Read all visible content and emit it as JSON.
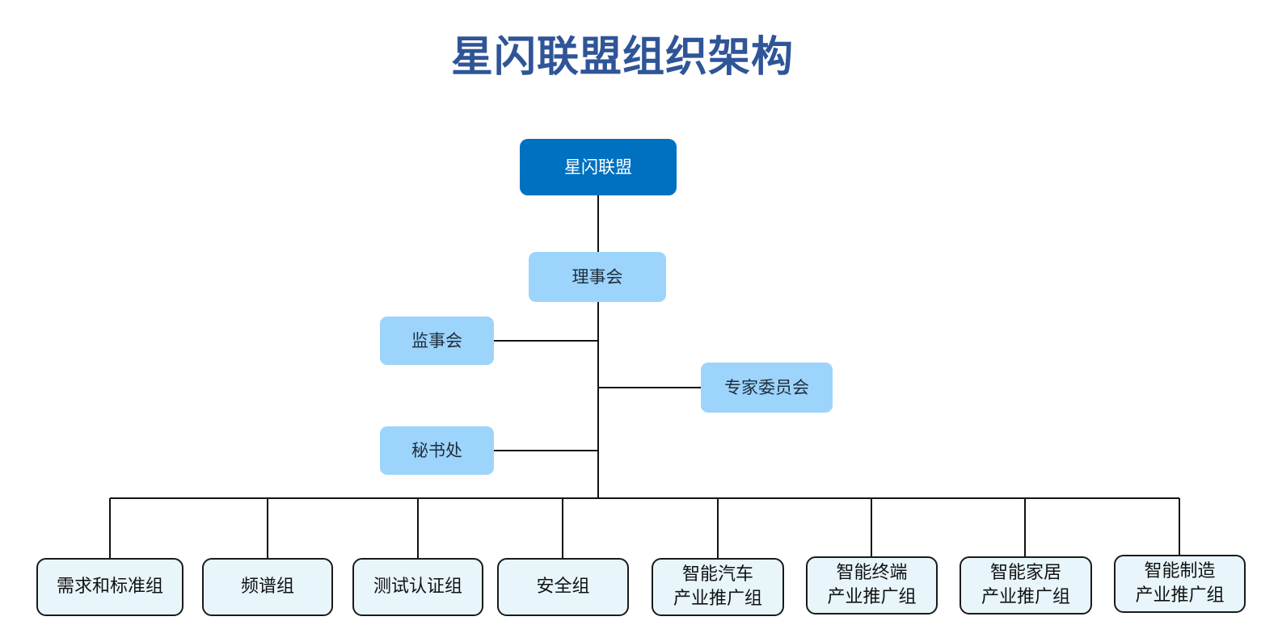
{
  "title": "星闪联盟组织架构",
  "nodes": {
    "root": "星闪联盟",
    "council": "理事会",
    "supervisory_board": "监事会",
    "expert_committee": "专家委员会",
    "secretariat": "秘书处"
  },
  "groups": [
    {
      "line1": "需求和标准组",
      "line2": ""
    },
    {
      "line1": "频谱组",
      "line2": ""
    },
    {
      "line1": "测试认证组",
      "line2": ""
    },
    {
      "line1": "安全组",
      "line2": ""
    },
    {
      "line1": "智能汽车",
      "line2": "产业推广组"
    },
    {
      "line1": "智能终端",
      "line2": "产业推广组"
    },
    {
      "line1": "智能家居",
      "line2": "产业推广组"
    },
    {
      "line1": "智能制造",
      "line2": "产业推广组"
    }
  ],
  "colors": {
    "title": "#2f5597",
    "root_fill": "#0070c0",
    "mid_fill": "#9dd4fb",
    "leaf_fill": "#e8f6fc",
    "line": "#111111"
  }
}
